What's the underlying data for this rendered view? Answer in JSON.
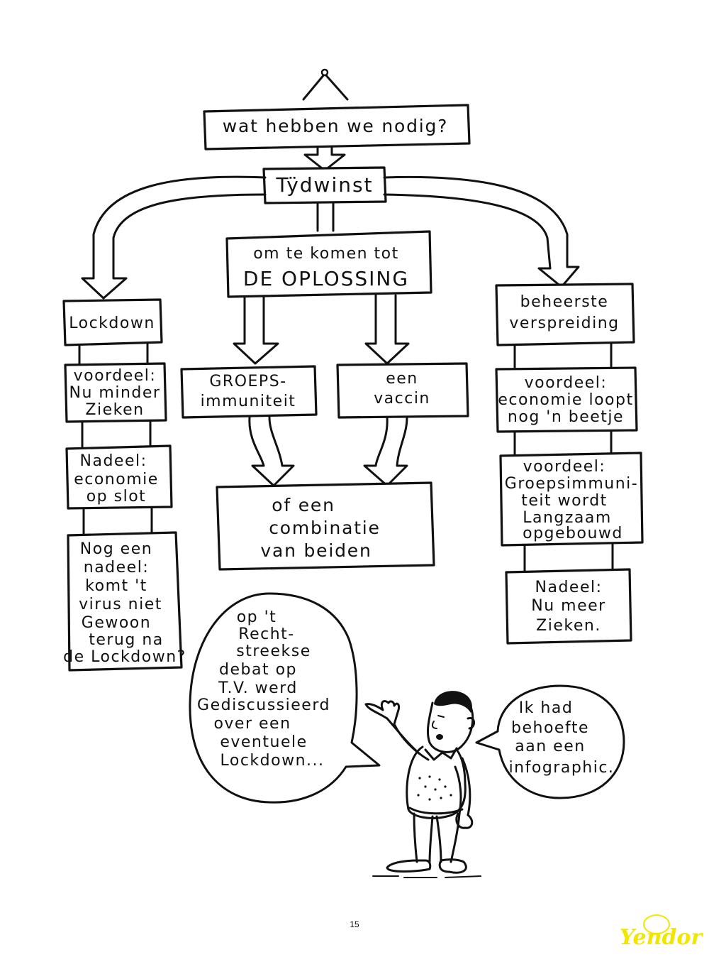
{
  "title": "wat hebben we nodig?",
  "root": "Tÿdwinst",
  "center": {
    "lines": [
      "om te komen tot",
      "DE OPLOSSING"
    ],
    "options": [
      [
        "GROEPS-",
        "immuniteit"
      ],
      [
        "een",
        "vaccin"
      ]
    ],
    "combination": [
      "of een",
      "combinatie",
      "van beiden"
    ]
  },
  "left": {
    "title": "Lockdown",
    "boxes": [
      [
        "voordeel:",
        "Nu minder",
        "Zieken"
      ],
      [
        "Nadeel:",
        "economie",
        "op slot"
      ],
      [
        "Nog een",
        "nadeel:",
        "komt 't",
        "virus niet",
        "Gewoon",
        "terug na",
        "de Lockdown?"
      ]
    ]
  },
  "right": {
    "title": [
      "beheerste",
      "verspreiding"
    ],
    "boxes": [
      [
        "voordeel:",
        "economie loopt",
        "nog 'n beetje"
      ],
      [
        "voordeel:",
        "Groepsimmuni-",
        "teit wordt",
        "Langzaam",
        "opgebouwd"
      ],
      [
        "Nadeel:",
        "Nu meer",
        "Zieken."
      ]
    ]
  },
  "bubble_left": [
    "op 't",
    "Recht-",
    "streekse",
    "debat op",
    "T.V. werd",
    "Gediscussieerd",
    "over een",
    "eventuele",
    "Lockdown..."
  ],
  "bubble_right": [
    "Ik had",
    "behoefte",
    "aan een",
    "infographic."
  ],
  "page_number": "15",
  "logo": "Yendor"
}
